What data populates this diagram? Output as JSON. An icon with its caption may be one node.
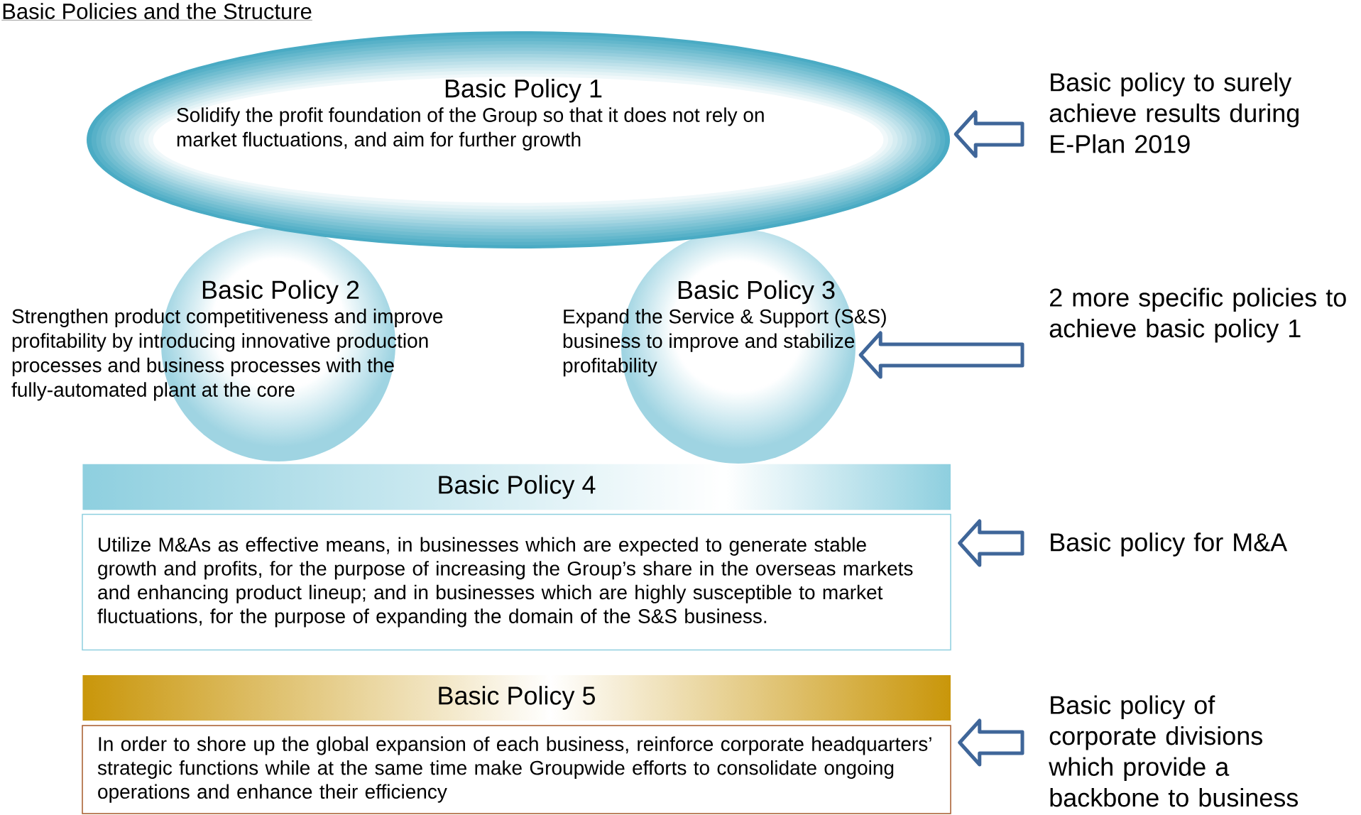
{
  "diagram": {
    "title": "Basic Policies and the Structure",
    "nodes": [
      {
        "text": [
          "Basic Policy 1",
          "Solidify the profit foundation of the Group so that it does not rely on market fluctuations, and aim for further growth"
        ]
      },
      {
        "text": [
          "Basic Policy 2",
          "Strengthen product competitiveness and improve profitability by introducing innovative production processes and business processes with the fully-automated plant at the core"
        ]
      },
      {
        "text": [
          "Basic Policy 3",
          "Expand the Service & Support (S&S) business to improve and stabilize profitability"
        ]
      },
      {
        "text": [
          "Basic Policy 4"
        ]
      },
      {
        "text": [
          "Utilize M&As as effective means, in businesses which are expected to generate stable growth and profits, for the purpose of increasing the Group’s share in the overseas markets and enhancing product lineup; and in businesses which are highly susceptible to market fluctuations, for the purpose of expanding the domain of the S&S business."
        ]
      },
      {
        "text": [
          "Basic Policy 5"
        ]
      },
      {
        "text": [
          "In order to shore up the global expansion of each business, reinforce corporate headquarters’ strategic functions while at the same time make Groupwide efforts to consolidate ongoing operations and enhance their efficiency"
        ]
      },
      {
        "text": [
          "Basic policy to surely achieve results during E-Plan 2019"
        ]
      },
      {
        "text": [
          "2 more specific policies to achieve basic policy 1"
        ]
      },
      {
        "text": [
          "Basic policy for M&A"
        ]
      },
      {
        "text": [
          "Basic policy of corporate divisions which provide a backbone to business"
        ]
      }
    ],
    "edges": [
      {
        "from": 7,
        "to": 0,
        "arrow": "to"
      },
      {
        "from": 8,
        "to": 2,
        "arrow": "to"
      },
      {
        "from": 9,
        "to": 4,
        "arrow": "to"
      },
      {
        "from": 10,
        "to": 6,
        "arrow": "to"
      }
    ]
  }
}
